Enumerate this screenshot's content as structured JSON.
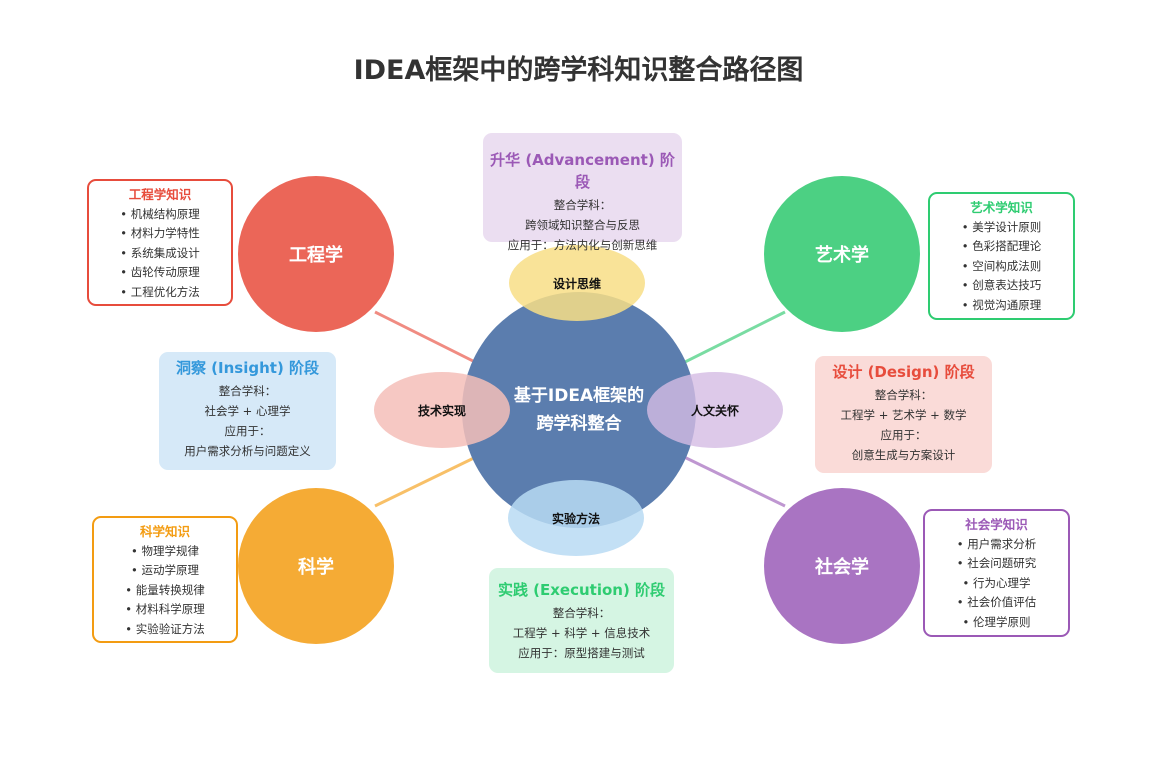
{
  "title": "IDEA框架中的跨学科知识整合路径图",
  "center": {
    "line1": "基于IDEA框架的",
    "line2": "跨学科整合"
  },
  "disciplines": [
    {
      "label": "工程学",
      "color": "#eb6658"
    },
    {
      "label": "艺术学",
      "color": "#4cd083"
    },
    {
      "label": "科学",
      "color": "#f5ab35"
    },
    {
      "label": "社会学",
      "color": "#a974c2"
    }
  ],
  "connectors": [
    "设计思维",
    "技术实现",
    "人文关怀",
    "实验方法"
  ],
  "knowledge": {
    "engineering": {
      "title": "工程学知识",
      "items": [
        "机械结构原理",
        "材料力学特性",
        "系统集成设计",
        "齿轮传动原理",
        "工程优化方法"
      ]
    },
    "art": {
      "title": "艺术学知识",
      "items": [
        "美学设计原则",
        "色彩搭配理论",
        "空间构成法则",
        "创意表达技巧",
        "视觉沟通原理"
      ]
    },
    "science": {
      "title": "科学知识",
      "items": [
        "物理学规律",
        "运动学原理",
        "能量转换规律",
        "材料科学原理",
        "实验验证方法"
      ]
    },
    "social": {
      "title": "社会学知识",
      "items": [
        "用户需求分析",
        "社会问题研究",
        "行为心理学",
        "社会价值评估",
        "伦理学原则"
      ]
    }
  },
  "stages": {
    "advancement": {
      "title": "升华 (Advancement) 阶段",
      "l1": "整合学科：",
      "l2": "跨领域知识整合与反思",
      "l3": "应用于：方法内化与创新思维"
    },
    "insight": {
      "title": "洞察 (Insight) 阶段",
      "l1": "整合学科：",
      "l2": "社会学 + 心理学",
      "l3": "应用于：",
      "l4": "用户需求分析与问题定义"
    },
    "design": {
      "title": "设计 (Design) 阶段",
      "l1": "整合学科：",
      "l2": "工程学 + 艺术学 + 数学",
      "l3": "应用于：",
      "l4": "创意生成与方案设计"
    },
    "execution": {
      "title": "实践 (Execution) 阶段",
      "l1": "整合学科：",
      "l2": "工程学 + 科学 + 信息技术",
      "l3": "应用于：原型搭建与测试"
    }
  }
}
